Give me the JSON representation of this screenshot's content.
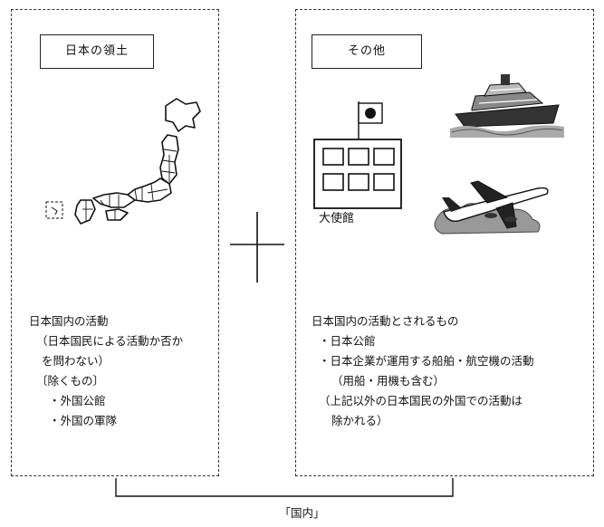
{
  "left_panel": {
    "title": "日本の領土",
    "lines": [
      "日本国内の活動",
      "（日本国民による活動か否か",
      "を問わない）",
      "〔除くもの〕",
      "・外国公館",
      "・外国の軍隊"
    ]
  },
  "right_panel": {
    "title": "その他",
    "embassy_label": "大使館",
    "lines": [
      "日本国内の活動とされるもの",
      "・日本公館",
      "・日本企業が運用する船舶・航空機の活動",
      "（用船・用機も含む）",
      "（上記以外の日本国民の外国での活動は",
      "除かれる）"
    ]
  },
  "bottom": {
    "label": "「国内」"
  },
  "icons": [
    "japan-map-icon",
    "flag-icon",
    "embassy-building-icon",
    "ship-icon",
    "airplane-icon",
    "plus-icon"
  ]
}
